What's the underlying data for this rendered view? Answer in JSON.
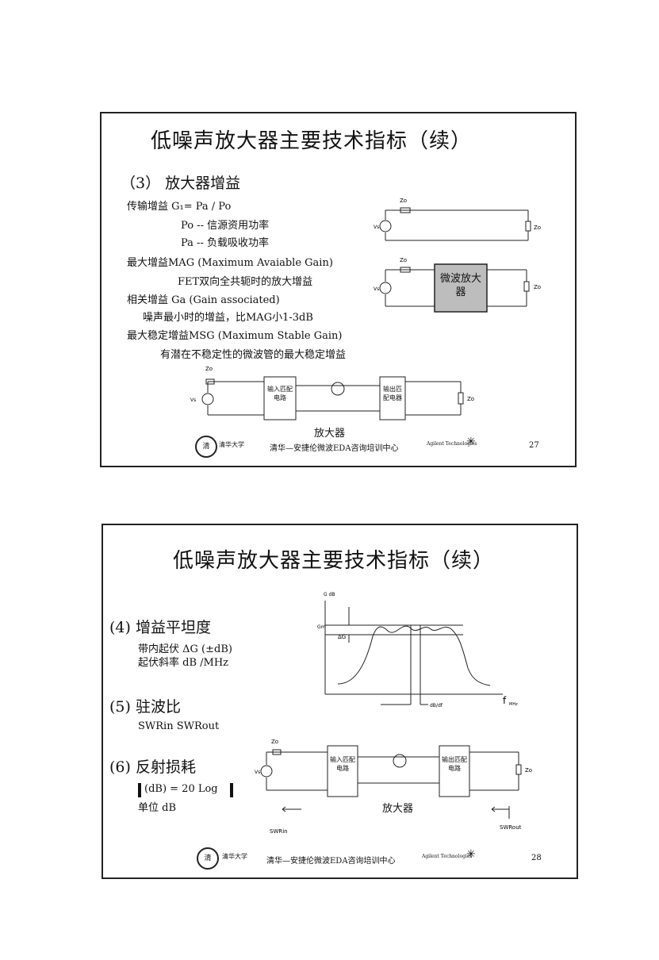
{
  "slide1": {
    "title": "低噪声放大器主要技术指标（续）",
    "section": "（3）  放大器增益",
    "transfer_gain": "传输增益 G₁= Pa / Po",
    "po_def": "Po -- 信源资用功率",
    "pa_def": "Pa  -- 负载吸收功率",
    "mag": "最大增益MAG (Maximum Avaiable Gain)",
    "mag_desc": "FET双向全共轭时的放大增益",
    "ga": "相关增益 Ga (Gain associated)",
    "ga_desc": "噪声最小时的增益，比MAG小1-3dB",
    "msg": "最大稳定增益MSG (Maximum Stable Gain)",
    "msg_desc": "有潜在不稳定性的微波管的最大稳定增益",
    "circuit": {
      "zo": "Zo",
      "zl": "Zo",
      "vs": "Vs",
      "amp_block": "微波放大器",
      "input_match": "输入匹配电路",
      "output_match": "输出匹配电器",
      "caption": "放大器"
    },
    "footer": {
      "logo_text": "清华大学",
      "center": "清华—安捷伦微波EDA咨询培训中心",
      "agilent": "Agilent Technologies",
      "page": "27"
    }
  },
  "slide2": {
    "title": "低噪声放大器主要技术指标（续）",
    "item4": "(4)  增益平坦度",
    "item4_a": "带内起伏   ΔG (±dB)",
    "item4_b": "起伏斜率  dB /MHz",
    "item5": "(5)  驻波比",
    "item5_a": "SWRin    SWRout",
    "item6": "(6)  反射损耗",
    "item6_a": "(dB) = 20 Log",
    "item6_b": "单位     dB",
    "graph": {
      "y_label": "G dB",
      "gm_label": "Gm",
      "dg_label": "ΔG",
      "x_label": "f",
      "x_unit": "MHz",
      "slope_label": "dB/df"
    },
    "circuit": {
      "zo": "Zo",
      "zl": "Zo",
      "vs": "Vs",
      "input_match": "输入匹配电路",
      "output_match": "输出匹配电路",
      "caption": "放大器",
      "swr_in": "SWRin",
      "swr_out": "SWRout"
    },
    "footer": {
      "logo_text": "清华大学",
      "center": "清华—安捷伦微波EDA咨询培训中心",
      "agilent": "Agilent Technologies",
      "page": "28"
    }
  }
}
